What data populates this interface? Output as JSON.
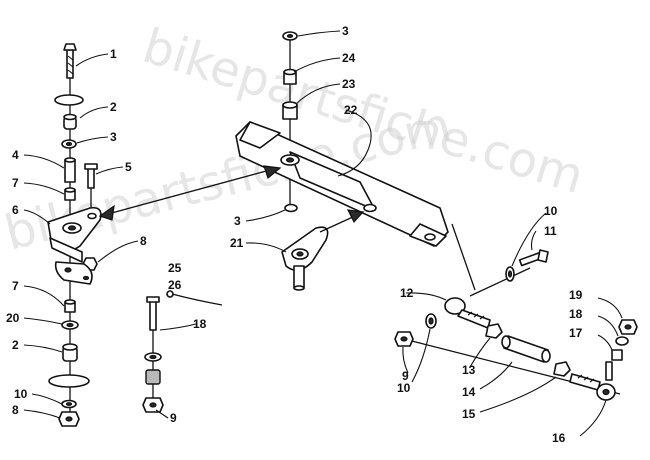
{
  "watermark_text": "bikepartsfiche.com",
  "callouts": {
    "c1": "1",
    "c2a": "2",
    "c3a": "3",
    "c4": "4",
    "c5": "5",
    "c7a": "7",
    "c6": "6",
    "c8a": "8",
    "c7b": "7",
    "c20": "20",
    "c2b": "2",
    "c10a": "10",
    "c8b": "8",
    "c25": "25",
    "c26": "26",
    "c18a": "18",
    "c9a": "9",
    "c3b": "3",
    "c24": "24",
    "c23": "23",
    "c22": "22",
    "c3c": "3",
    "c21": "21",
    "c10b": "10",
    "c11": "11",
    "c12": "12",
    "c9b": "9",
    "c10c": "10",
    "c13": "13",
    "c14": "14",
    "c15": "15",
    "c16": "16",
    "c19": "19",
    "c18b": "18",
    "c17": "17"
  }
}
